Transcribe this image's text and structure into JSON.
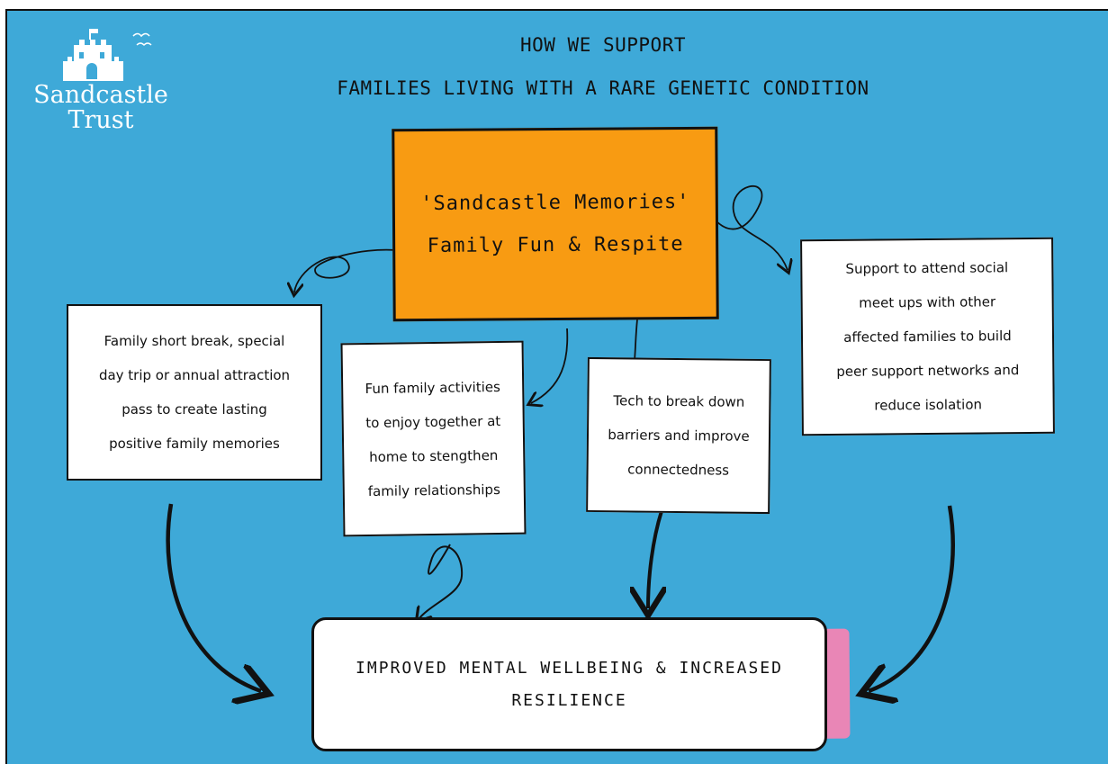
{
  "logo": {
    "line1": "Sandcastle",
    "line2": "Trust"
  },
  "title": {
    "line1": "HOW WE SUPPORT",
    "line2": "FAMILIES LIVING WITH A RARE GENETIC CONDITION"
  },
  "center": {
    "line1": "'Sandcastle Memories'",
    "line2": "Family Fun & Respite"
  },
  "boxes": {
    "short_break": [
      "Family short break, special",
      "day trip or annual attraction",
      "pass to create lasting",
      "positive family memories"
    ],
    "home_activities": [
      "Fun family activities",
      "to enjoy together at",
      "home to stengthen",
      "family relationships"
    ],
    "tech": [
      "Tech to break down",
      "barriers and improve",
      "connectedness"
    ],
    "social": [
      "Support to attend social",
      "meet ups with other",
      "affected families to build",
      "peer support networks and",
      "reduce isolation"
    ]
  },
  "outcome": {
    "line1": "IMPROVED MENTAL WELLBEING & INCREASED",
    "line2": "RESILIENCE"
  },
  "colors": {
    "background": "#3ea9d8",
    "center_box": "#f89b12",
    "outcome_shadow": "#e986b6"
  }
}
